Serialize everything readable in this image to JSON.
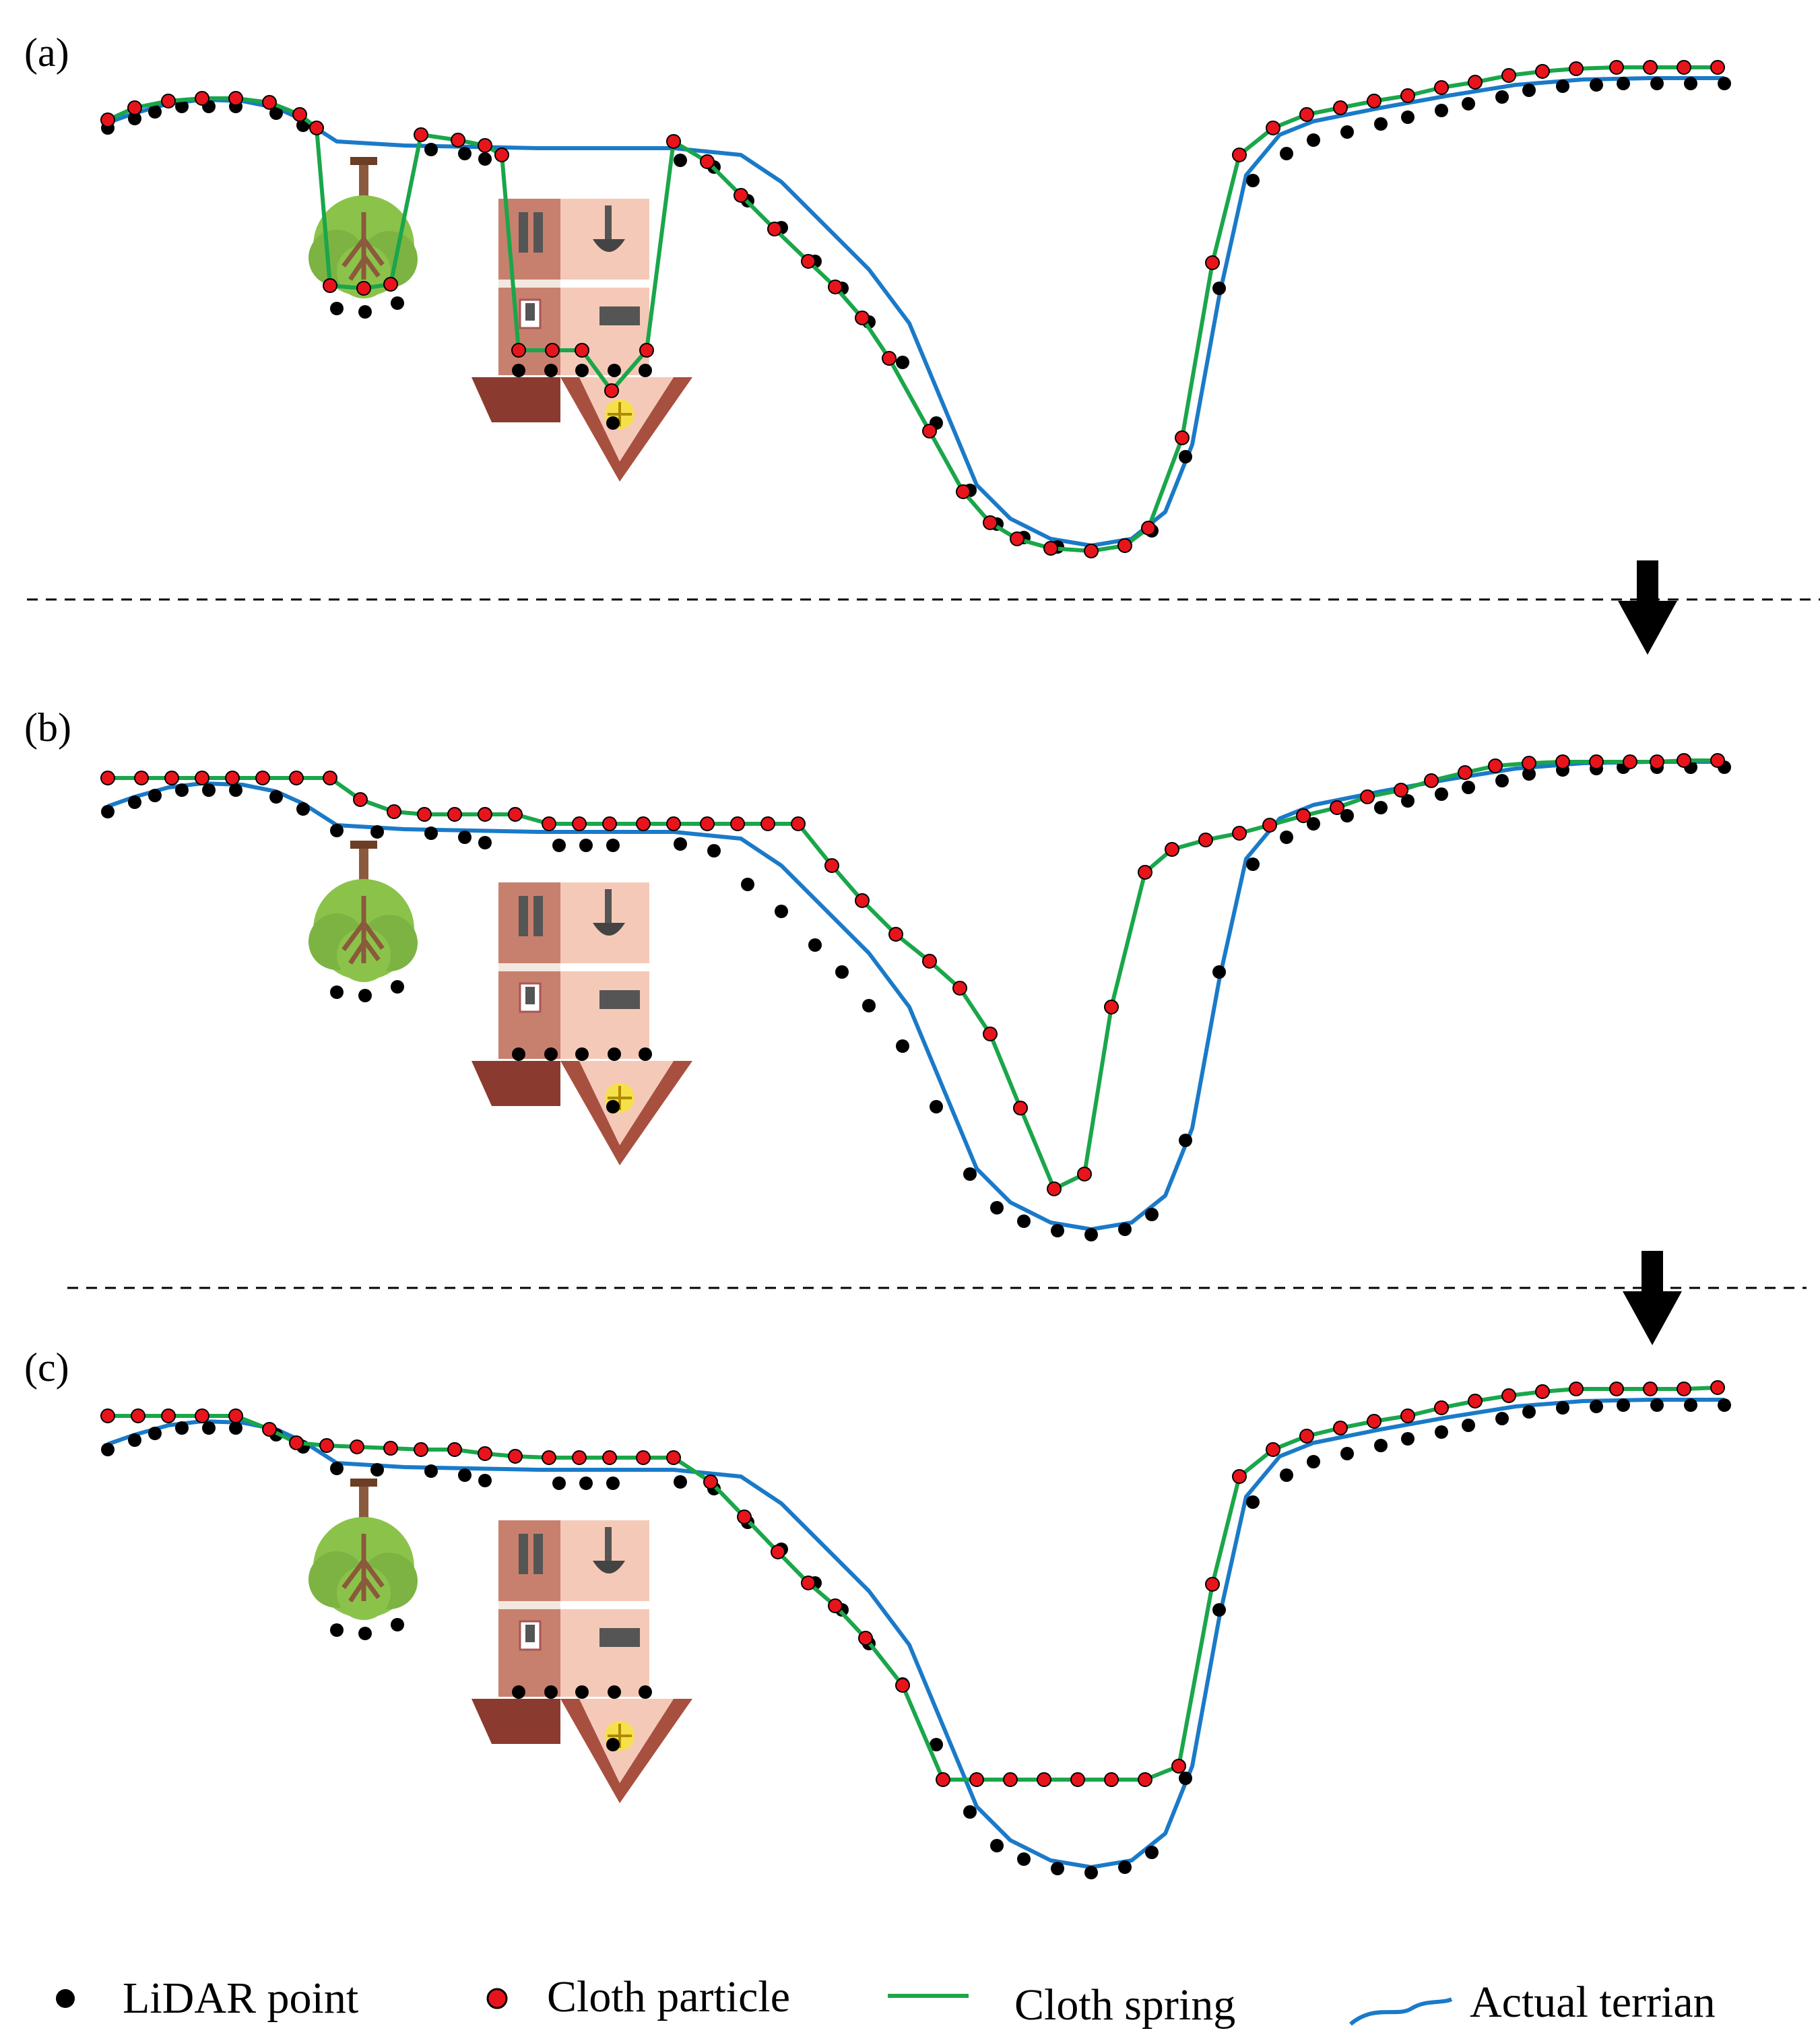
{
  "panels": [
    {
      "label": "(a)"
    },
    {
      "label": "(b)"
    },
    {
      "label": "(c)"
    }
  ],
  "legend": {
    "lidar_point": "LiDAR point",
    "cloth_particle": "Cloth particle",
    "cloth_spring": "Cloth spring",
    "actual_terrain": "Actual terrian"
  },
  "colors": {
    "lidar_point": "#000000",
    "cloth_particle": "#e8141c",
    "cloth_spring": "#1aa64a",
    "actual_terrain": "#1a7ac8",
    "separator": "#000000",
    "arrow": "#000000"
  },
  "icons": {
    "tree": "inverted-tree-icon",
    "house": "inverted-house-icon",
    "arrow": "down-arrow-icon"
  }
}
